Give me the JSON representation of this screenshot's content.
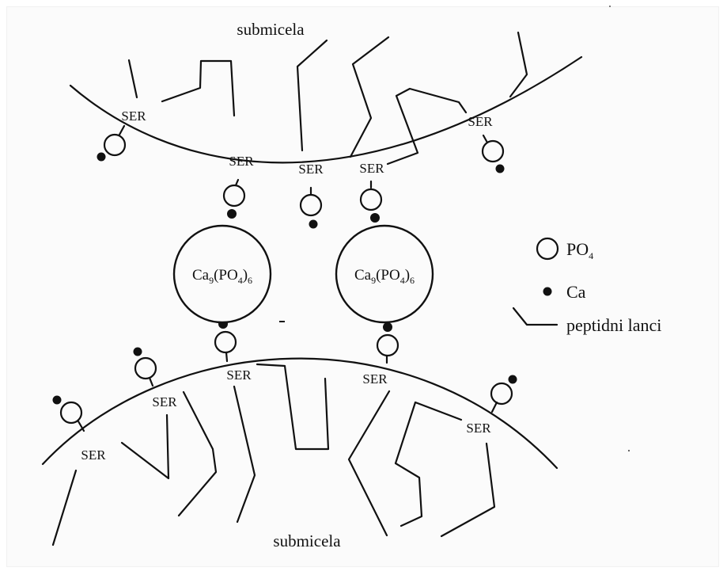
{
  "labels": {
    "top_title": "submicela",
    "bottom_title": "submicela",
    "ser": "SER"
  },
  "centers": {
    "left": {
      "ca": "Ca",
      "sub_ca": "9",
      "po": "(PO",
      "sub_po": "4",
      "close": ")",
      "sub_n": "6"
    },
    "right": {
      "ca": "Ca",
      "sub_ca": "9",
      "po": "(PO",
      "sub_po": "4",
      "close": ")",
      "sub_n": "6"
    }
  },
  "legend": {
    "po4_label": "PO",
    "po4_sub": "4",
    "ca_label": "Ca",
    "chain_label": "peptidni lanci"
  },
  "colors": {
    "ink": "#111111",
    "background": "#fbfbfb"
  }
}
